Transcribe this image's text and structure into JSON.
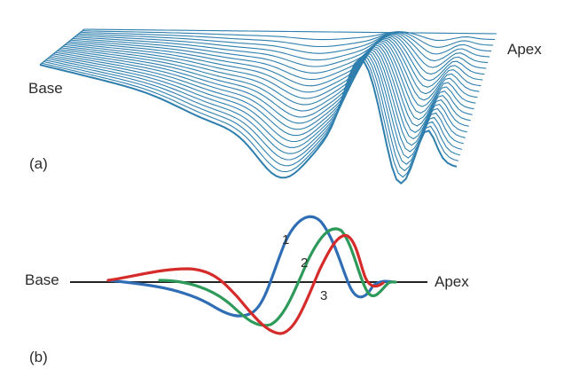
{
  "panel_a": {
    "label": "(a)",
    "base_label": "Base",
    "apex_label": "Apex",
    "color": "#2f7fae"
  },
  "panel_b": {
    "label": "(b)",
    "base_label": "Base",
    "apex_label": "Apex",
    "axis_color": "#222222",
    "waves": [
      {
        "number": "1",
        "color": "#2f6db5"
      },
      {
        "number": "2",
        "color": "#2e9a5a"
      },
      {
        "number": "3",
        "color": "#d62b2b"
      }
    ]
  }
}
